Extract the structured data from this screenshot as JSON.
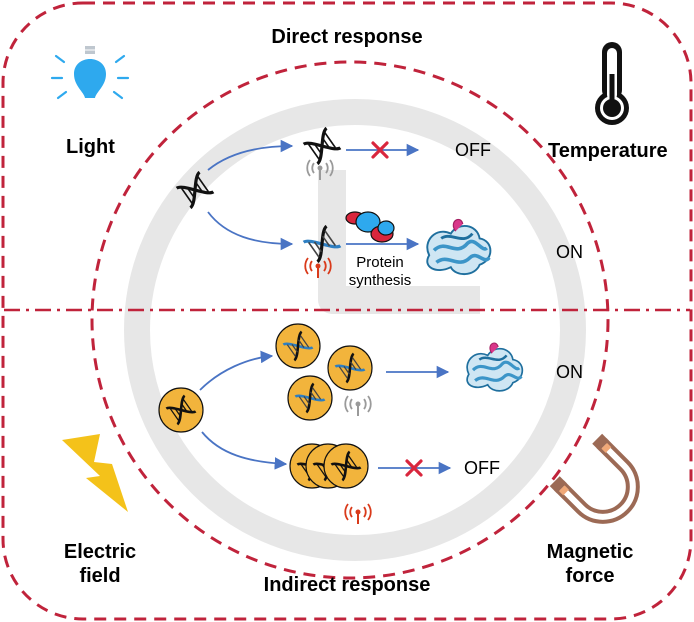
{
  "title_top": "Direct response",
  "title_bottom": "Indirect response",
  "stimuli": {
    "light": "Light",
    "temperature": "Temperature",
    "electric_line1": "Electric",
    "electric_line2": "field",
    "magnetic_line1": "Magnetic",
    "magnetic_line2": "force"
  },
  "states": {
    "off_top": "OFF",
    "on_top": "ON",
    "on_bottom": "ON",
    "off_bottom": "OFF"
  },
  "protein_line1": "Protein",
  "protein_line2": "synthesis",
  "colors": {
    "dash_red": "#c0233b",
    "arrow_blue": "#4a74c4",
    "cross_red": "#d9263d",
    "bulb_blue": "#2ea9ee",
    "gold": "#f2b43c",
    "bolt_yellow": "#f4c21a",
    "magnet_brown": "#9c6a55",
    "magnet_tip": "#f0a878",
    "signal_red": "#d93a1a",
    "signal_gray": "#9a9a9a",
    "protein_blue": "#3c95c8",
    "protein_pink": "#d9378a",
    "watermark": "#e7e7e7"
  }
}
